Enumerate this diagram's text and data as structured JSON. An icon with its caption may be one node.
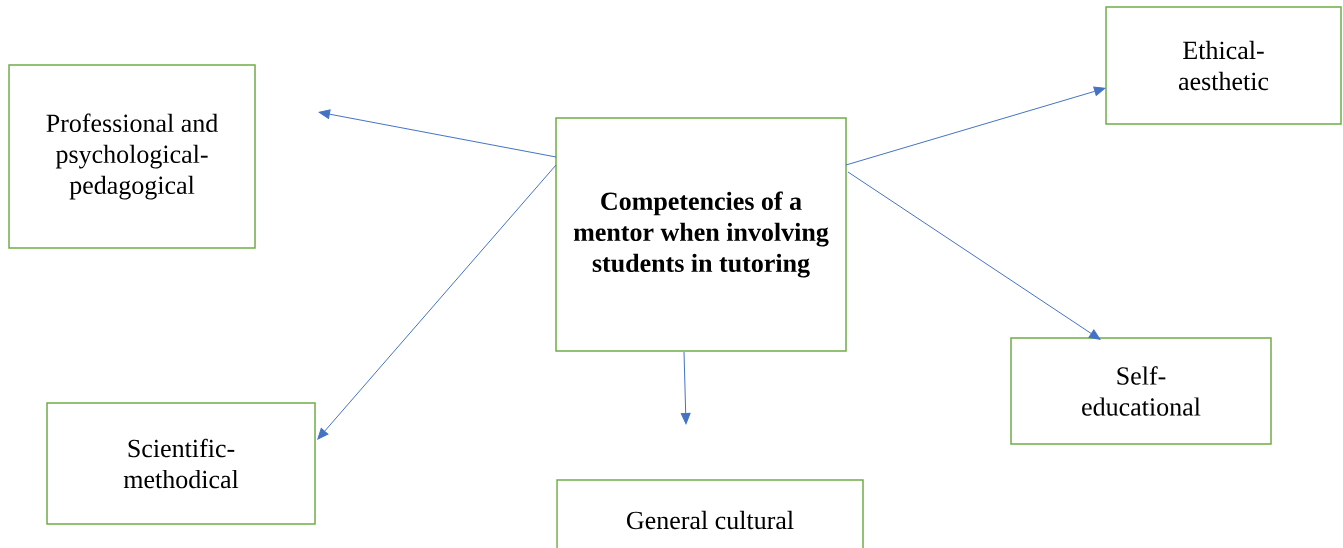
{
  "diagram": {
    "nodes": [
      {
        "text": [
          "Competencies of a mentor when involving students in tutoring"
        ]
      },
      {
        "text": [
          "Professional and psychological-pedagogical"
        ]
      },
      {
        "text": [
          "Ethical-aesthetic"
        ]
      },
      {
        "text": [
          "Self-educational"
        ]
      },
      {
        "text": [
          "Scientific-methodical"
        ]
      },
      {
        "text": [
          "General cultural"
        ]
      }
    ],
    "edges": [
      {
        "from": 0,
        "to": 1,
        "arrow": "to"
      },
      {
        "from": 0,
        "to": 4,
        "arrow": "to"
      },
      {
        "from": 0,
        "to": 5,
        "arrow": "to"
      },
      {
        "from": 0,
        "to": 2,
        "arrow": "to"
      },
      {
        "from": 0,
        "to": 3,
        "arrow": "to"
      }
    ]
  }
}
